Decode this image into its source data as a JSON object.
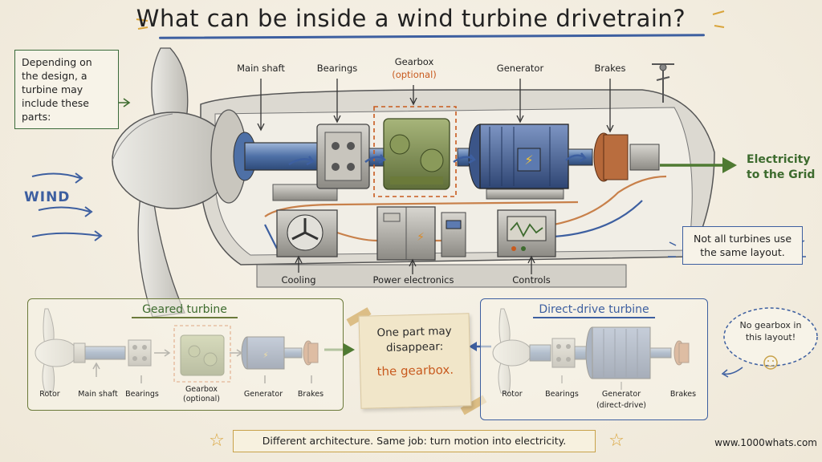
{
  "title": "What can be inside a wind turbine drivetrain?",
  "intro_note": "Depending on the design, a turbine may include these parts:",
  "wind_label": "WIND",
  "electricity_label": [
    "Electricity",
    "to the Grid"
  ],
  "top_labels": {
    "main_shaft": "Main shaft",
    "bearings": "Bearings",
    "gearbox": "Gearbox",
    "gearbox_optional": "(optional)",
    "generator": "Generator",
    "brakes": "Brakes",
    "cooling": "Cooling",
    "power_electronics": "Power electronics",
    "controls": "Controls"
  },
  "layout_note": "Not all turbines use the same layout.",
  "geared": {
    "title": "Geared turbine",
    "labels": {
      "rotor": "Rotor",
      "main_shaft": "Main shaft",
      "bearings": "Bearings",
      "gearbox": "Gearbox",
      "gearbox_optional": "(optional)",
      "generator": "Generator",
      "brakes": "Brakes"
    }
  },
  "sticky_note": {
    "line1": "One part may",
    "line2": "disappear:",
    "highlight": "the gearbox."
  },
  "direct": {
    "title": "Direct-drive turbine",
    "labels": {
      "rotor": "Rotor",
      "bearings": "Bearings",
      "generator": "Generator",
      "generator_sub": "(direct-drive)",
      "brakes": "Brakes"
    }
  },
  "no_gearbox_bubble": "No gearbox in this layout!",
  "caption": "Different architecture. Same job: turn motion into electricity.",
  "website": "www.1000whats.com",
  "colors": {
    "blue": "#3d5fa0",
    "green": "#6b7a3a",
    "orange": "#c85a1e",
    "gold": "#d9a43a"
  }
}
